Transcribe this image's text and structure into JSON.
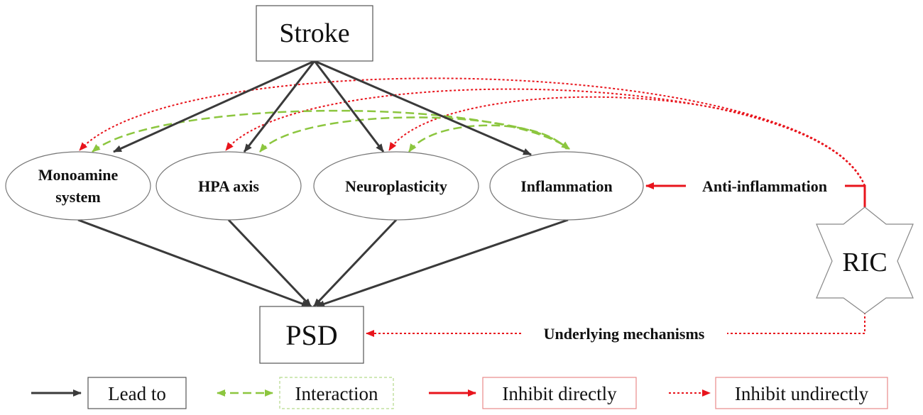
{
  "nodes": {
    "stroke": "Stroke",
    "psd": "PSD",
    "ric": "RIC",
    "monoamine_line1": "Monoamine",
    "monoamine_line2": "system",
    "hpa": "HPA axis",
    "neuroplasticity": "Neuroplasticity",
    "inflammation": "Inflammation"
  },
  "edge_labels": {
    "anti_inflammation": "Anti-inflammation",
    "underlying_mechanisms": "Underlying mechanisms"
  },
  "legend": {
    "lead_to": "Lead to",
    "interaction": "Interaction",
    "inhibit_directly": "Inhibit directly",
    "inhibit_undirectly": "Inhibit undirectly"
  },
  "colors": {
    "lead": "#3a3a3a",
    "interaction": "#8cc63f",
    "inhibit": "#e8141c",
    "legend_red_border": "#e88a8a",
    "legend_green_border": "#b5d98a"
  }
}
